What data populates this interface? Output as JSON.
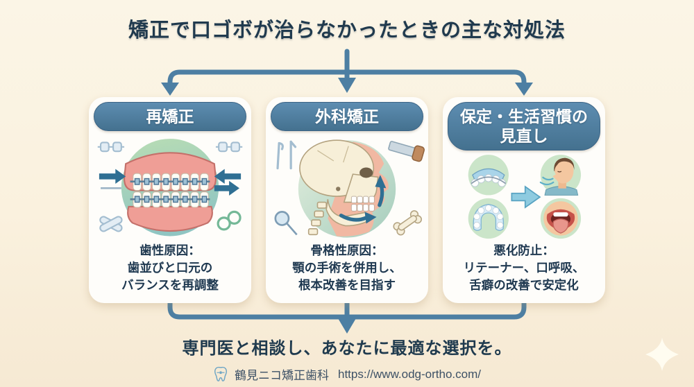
{
  "title": "矯正で口ゴボが治らなかったときの主な対処法",
  "cards": [
    {
      "header_lines": [
        "再矯正"
      ],
      "body_lines": [
        "歯性原因：",
        "歯並びと口元の",
        "バランスを再調整"
      ],
      "illustration": "teeth-with-braces"
    },
    {
      "header_lines": [
        "外科矯正"
      ],
      "body_lines": [
        "骨格性原因：",
        "顎の手術を併用し、",
        "根本改善を目指す"
      ],
      "illustration": "skull-jaw-surgery-profile"
    },
    {
      "header_lines": [
        "保定・生活習慣の",
        "見直し"
      ],
      "body_lines": [
        "悪化防止：",
        "リテーナー、口呼吸、",
        "舌癖の改善で安定化"
      ],
      "illustration": "retainer-breathing-tongue-habits"
    }
  ],
  "conclusion": "専門医と相談し、あなたに最適な選択を。",
  "footer": {
    "clinic_name": "鶴見ニコ矯正歯科",
    "url": "https://www.odg-ortho.com/",
    "icon": "tooth-with-braces-icon"
  },
  "colors": {
    "background_top": "#fbf5e6",
    "background_bottom": "#f6e9d3",
    "accent_blue": "#4d7fa3",
    "header_blue_top": "#5d8db1",
    "header_blue_bottom": "#44718f",
    "card_background": "#fefdfa",
    "title_text": "#203a4e",
    "body_text": "#1e3850"
  }
}
